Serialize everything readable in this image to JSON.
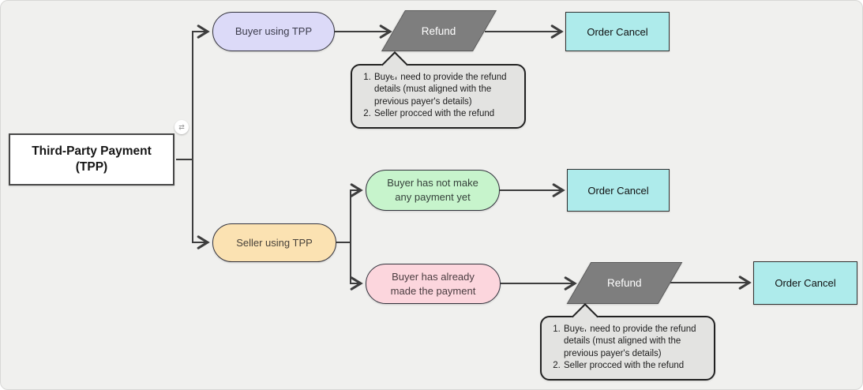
{
  "diagram": {
    "nodes": {
      "root": {
        "label": "Third-Party Payment\n(TPP)",
        "shape": "rectangle",
        "fill": "#ffffff"
      },
      "buyer_using_tpp": {
        "label": "Buyer using TPP",
        "shape": "pill",
        "fill": "#dcdaf8"
      },
      "refund_buyer": {
        "label": "Refund",
        "shape": "parallelogram",
        "fill": "#7e7e7e"
      },
      "order_cancel_buyer": {
        "label": "Order Cancel",
        "shape": "rectangle",
        "fill": "#aeebeb"
      },
      "seller_using_tpp": {
        "label": "Seller using TPP",
        "shape": "pill",
        "fill": "#fbe2b2"
      },
      "no_payment_yet": {
        "label": "Buyer has not make\nany payment yet",
        "shape": "pill",
        "fill": "#c7f4cc"
      },
      "order_cancel_no_payment": {
        "label": "Order Cancel",
        "shape": "rectangle",
        "fill": "#aeebeb"
      },
      "payment_made": {
        "label": "Buyer has already\nmade the payment",
        "shape": "pill",
        "fill": "#fcd6dd"
      },
      "refund_seller": {
        "label": "Refund",
        "shape": "parallelogram",
        "fill": "#7e7e7e"
      },
      "order_cancel_seller": {
        "label": "Order Cancel",
        "shape": "rectangle",
        "fill": "#aeebeb"
      }
    },
    "notes": {
      "refund_note_buyer": {
        "items": [
          "Buyer need to provide the refund details (must aligned with the previous payer's details)",
          "Seller procced with the refund"
        ]
      },
      "refund_note_seller": {
        "items": [
          "Buyer need to provide the refund details (must aligned with the previous payer's details)",
          "Seller procced with the refund"
        ]
      }
    },
    "icons": {
      "root_collapse_glyph": "⇄"
    },
    "colors": {
      "canvas_background": "#f0f0ee",
      "connector": "#3d3d3d",
      "note_fill": "#e3e3e1",
      "refund_fill": "#7e7e7e",
      "order_cancel_fill": "#aeebeb",
      "buyer_pill_fill": "#dcdaf8",
      "seller_pill_fill": "#fbe2b2",
      "no_payment_fill": "#c7f4cc",
      "paid_fill": "#fcd6dd"
    }
  }
}
